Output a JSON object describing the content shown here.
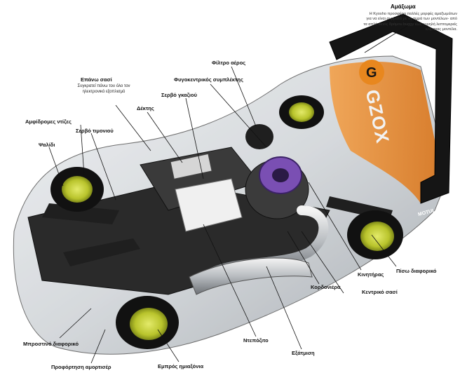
{
  "labels": {
    "body": "Αμάξωμα",
    "body_desc": "Η Kyosho προσφέρει πολλές μορφές αμαξωμάτων για να είναι συμβατά με τη σειρά των μοντέλων- από τα απλά εκτός δρόμου buggy έως ευρηλή λεπτομερείς κλίμακας μοντέλα.",
    "air_filter": "Φίλτρο αέρος",
    "centrifugal_clutch": "Φυγοκεντρικός συμπλέκτης",
    "upper_chassis": "Επάνω σασί",
    "upper_chassis_desc": "Συγκρατεί πάνω του όλο τον ηλεκτρονικό εξοπλισμό",
    "throttle_servo": "Σερβό γκαζιού",
    "receiver": "Δέκτης",
    "tie_rods": "Αμφίδρομες ντίζες",
    "steering_servo": "Σερβό τιμονιού",
    "wishbone": "Ψαλίδι",
    "rear_diff": "Πίσω διαφορικό",
    "engine": "Κινητήρας",
    "exhaust_pipe": "Κορδονιέρα",
    "center_chassis": "Κεντρικό σασί",
    "fuel_tank": "Ντεπόζιτο",
    "exhaust": "Εξάτμιση",
    "front_diff": "Μπροστινό διαφορικό",
    "shock_preload": "Προφόρτηση αμορτισέρ",
    "front_axle": "Εμπρός ημιαξόνια"
  },
  "branding": {
    "wing_logo": "GZOX",
    "side_text": "MOTUL",
    "accent": "#e8871e",
    "dark": "#1b1b1b",
    "engine_color": "#7a4fb3",
    "wheel_color": "#c8d23a"
  }
}
